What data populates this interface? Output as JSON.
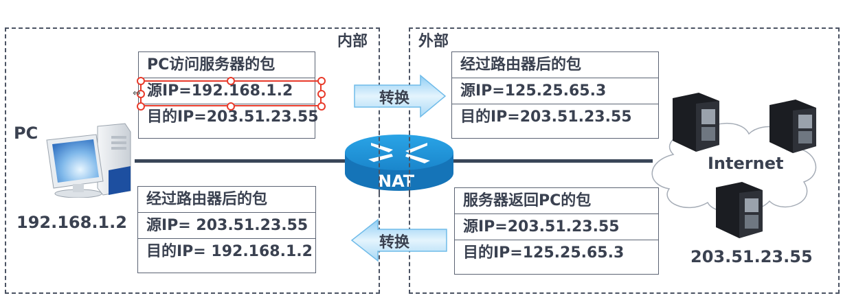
{
  "zones": {
    "inside_label": "内部",
    "outside_label": "外部"
  },
  "pc": {
    "label": "PC",
    "ip": "192.168.1.2"
  },
  "server": {
    "cloud_label": "Internet",
    "ip": "203.51.23.55"
  },
  "router": {
    "label": "NAT"
  },
  "arrows": {
    "outbound_label": "转换",
    "inbound_label": "转换"
  },
  "packets": {
    "pc_to_server": {
      "title": "PC访问服务器的包",
      "src": "源IP=192.168.1.2",
      "dst": "目的IP=203.51.23.55"
    },
    "after_router_out": {
      "title": "经过路由器后的包",
      "src": "源IP=125.25.65.3",
      "dst": "目的IP=203.51.23.55"
    },
    "after_router_in": {
      "title": "经过路由器后的包",
      "src": "源IP= 203.51.23.55",
      "dst": "目的IP= 192.168.1.2"
    },
    "server_to_pc": {
      "title": "服务器返回PC的包",
      "src": "源IP=203.51.23.55",
      "dst": "目的IP=125.25.65.3"
    }
  },
  "colors": {
    "selection": "#e83a2a",
    "router_blue": "#1a8fd6",
    "arrow_blue": "#bfe4f8",
    "text": "#3a4150"
  }
}
